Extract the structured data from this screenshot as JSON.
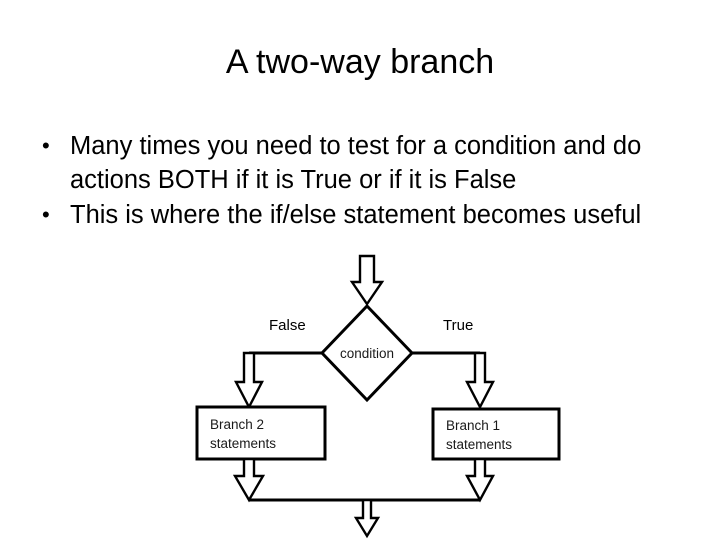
{
  "slide": {
    "title": "A two-way branch",
    "bullets": [
      {
        "marker": "•",
        "text": "Many times you need to test for a condition and do actions BOTH if it is True or if it is False"
      },
      {
        "marker": "•",
        "text": "This is where the if/else statement becomes useful"
      }
    ]
  },
  "diagram": {
    "name": "two-way-branch-flowchart",
    "decision_label": "condition",
    "false_label": "False",
    "true_label": "True",
    "branch_false_line1": "Branch 2",
    "branch_false_line2": "statements",
    "branch_true_line1": "Branch 1",
    "branch_true_line2": "statements",
    "colors": {
      "stroke": "#000000",
      "fill": "#ffffff",
      "text": "#000000"
    }
  }
}
